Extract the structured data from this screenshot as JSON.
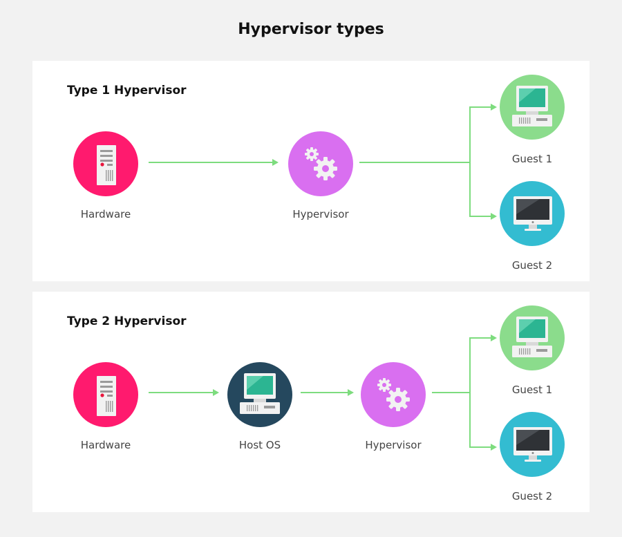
{
  "title": "Hypervisor types",
  "colors": {
    "hardware": "#ff1a6e",
    "hypervisor": "#d96ff0",
    "host_os": "#25485e",
    "guest1": "#8bdc8c",
    "guest2": "#33bcd1",
    "arrow": "#7ddc7e"
  },
  "panels": [
    {
      "title": "Type 1 Hypervisor",
      "nodes": [
        {
          "label": "Hardware",
          "icon": "server-icon"
        },
        {
          "label": "Hypervisor",
          "icon": "gears-icon"
        }
      ],
      "guests": [
        {
          "label": "Guest 1",
          "icon": "desktop-computer-icon"
        },
        {
          "label": "Guest 2",
          "icon": "monitor-icon"
        }
      ]
    },
    {
      "title": "Type 2 Hypervisor",
      "nodes": [
        {
          "label": "Hardware",
          "icon": "server-icon"
        },
        {
          "label": "Host OS",
          "icon": "desktop-computer-icon"
        },
        {
          "label": "Hypervisor",
          "icon": "gears-icon"
        }
      ],
      "guests": [
        {
          "label": "Guest 1",
          "icon": "desktop-computer-icon"
        },
        {
          "label": "Guest 2",
          "icon": "monitor-icon"
        }
      ]
    }
  ]
}
